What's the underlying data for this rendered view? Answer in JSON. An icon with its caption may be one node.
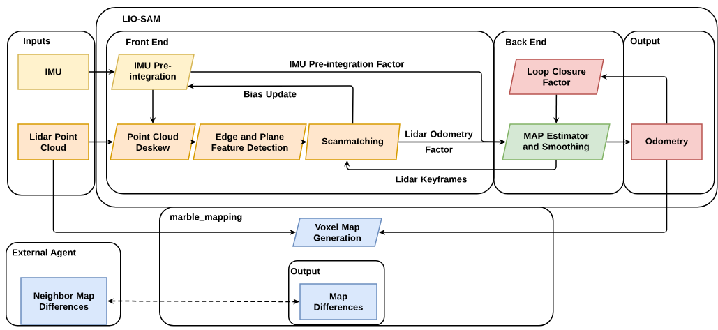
{
  "diagram": {
    "nodes": [
      {
        "text": [
          "Inputs"
        ]
      },
      {
        "text": [
          "IMU"
        ],
        "in": 0
      },
      {
        "text": [
          "Lidar Point Cloud"
        ],
        "in": 0
      },
      {
        "text": [
          "LIO-SAM"
        ]
      },
      {
        "text": [
          "Front End"
        ],
        "in": 3
      },
      {
        "text": [
          "IMU Pre-integration"
        ],
        "in": 4
      },
      {
        "text": [
          "Point Cloud Deskew"
        ],
        "in": 4
      },
      {
        "text": [
          "Edge and Plane Feature Detection"
        ],
        "in": 4
      },
      {
        "text": [
          "Scanmatching"
        ],
        "in": 4
      },
      {
        "text": [
          "Back End"
        ],
        "in": 3
      },
      {
        "text": [
          "Loop Closure Factor"
        ],
        "in": 9
      },
      {
        "text": [
          "MAP Estimator and Smoothing"
        ],
        "in": 9
      },
      {
        "text": [
          "Output"
        ],
        "in": 3
      },
      {
        "text": [
          "Odometry"
        ],
        "in": 12
      },
      {
        "text": [
          "marble_mapping"
        ]
      },
      {
        "text": [
          "Voxel Map Generation"
        ],
        "in": 14
      },
      {
        "text": [
          "Output"
        ],
        "in": 14
      },
      {
        "text": [
          "Map Differences"
        ],
        "in": 16
      },
      {
        "text": [
          "External Agent"
        ]
      },
      {
        "text": [
          "Neighbor Map Differences"
        ],
        "in": 18
      }
    ],
    "edges": [
      {
        "from": 1,
        "to": 5,
        "arrow": "to"
      },
      {
        "from": 2,
        "to": 6,
        "arrow": "to"
      },
      {
        "from": 5,
        "to": 6,
        "arrow": "to"
      },
      {
        "from": 6,
        "to": 7,
        "arrow": "to"
      },
      {
        "from": 7,
        "to": 8,
        "arrow": "to"
      },
      {
        "from": 5,
        "to": 11,
        "arrow": "to",
        "label": "IMU Pre-integration Factor"
      },
      {
        "from": 8,
        "to": 5,
        "arrow": "to",
        "label": "Bias Update"
      },
      {
        "from": 8,
        "to": 11,
        "arrow": "to",
        "label": "Lidar Odometry Factor"
      },
      {
        "from": 11,
        "to": 8,
        "arrow": "to",
        "label": "Lidar Keyframes"
      },
      {
        "from": 10,
        "to": 11,
        "arrow": "to"
      },
      {
        "from": 11,
        "to": 13,
        "arrow": "to"
      },
      {
        "from": 13,
        "to": 10,
        "arrow": "to"
      },
      {
        "from": 2,
        "to": 15,
        "arrow": "to"
      },
      {
        "from": 13,
        "to": 15,
        "arrow": "to"
      },
      {
        "from": 19,
        "to": 17,
        "arrow": "both",
        "style": "dashed"
      }
    ]
  }
}
